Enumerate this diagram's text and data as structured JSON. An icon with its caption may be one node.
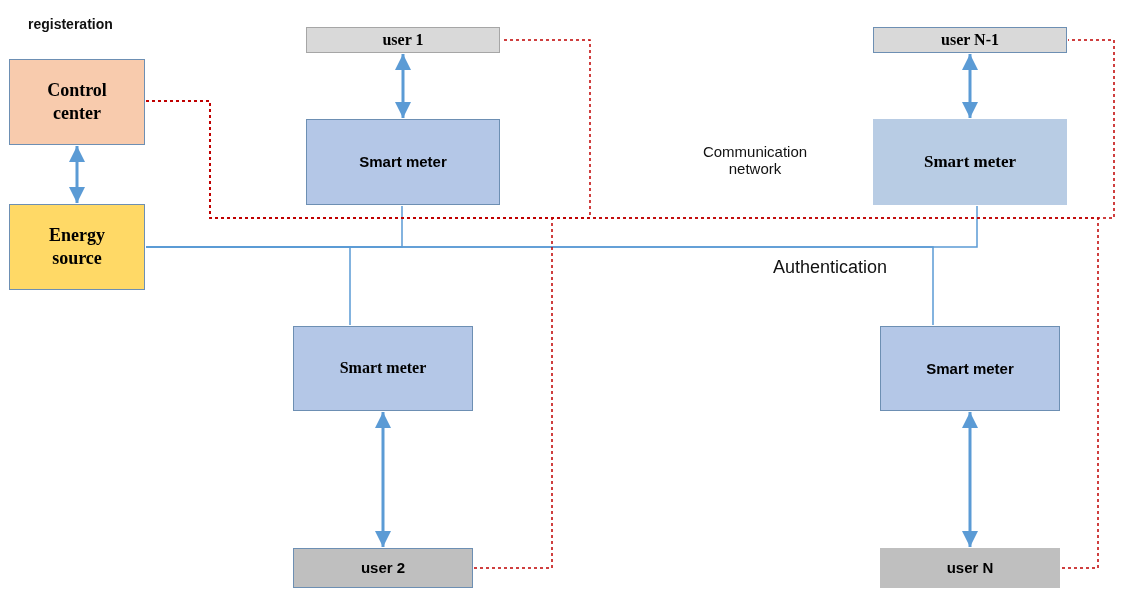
{
  "diagram": {
    "nodes": [
      {
        "text": [
          "Control center"
        ]
      },
      {
        "text": [
          "Energy source"
        ]
      },
      {
        "text": [
          "user 1"
        ]
      },
      {
        "text": [
          "Smart meter"
        ]
      },
      {
        "text": [
          "user N-1"
        ]
      },
      {
        "text": [
          "Smart meter"
        ]
      },
      {
        "text": [
          "Smart meter"
        ]
      },
      {
        "text": [
          "user 2"
        ]
      },
      {
        "text": [
          "Smart meter"
        ]
      },
      {
        "text": [
          "user N"
        ]
      }
    ],
    "edges": [
      {
        "from": 0,
        "to": 1,
        "arrow": "both"
      },
      {
        "from": 2,
        "to": 3,
        "arrow": "both"
      },
      {
        "from": 4,
        "to": 5,
        "arrow": "both"
      },
      {
        "from": 6,
        "to": 7,
        "arrow": "both"
      },
      {
        "from": 8,
        "to": 9,
        "arrow": "both"
      },
      {
        "from": 1,
        "to": 3,
        "arrow": "none"
      },
      {
        "from": 1,
        "to": 6,
        "arrow": "none"
      },
      {
        "from": 1,
        "to": 5,
        "arrow": "none"
      },
      {
        "from": 1,
        "to": 8,
        "arrow": "none"
      },
      {
        "from": 0,
        "to": 2,
        "arrow": "none",
        "style": "dashed",
        "color": "#c00000"
      },
      {
        "from": 0,
        "to": 7,
        "arrow": "none",
        "style": "dashed",
        "color": "#c00000"
      },
      {
        "from": 0,
        "to": 4,
        "arrow": "none",
        "style": "dashed",
        "color": "#c00000"
      },
      {
        "from": 0,
        "to": 9,
        "arrow": "none",
        "style": "dashed",
        "color": "#c00000"
      }
    ],
    "labels": [
      "registeration",
      "Communication network",
      "Authentication"
    ]
  }
}
